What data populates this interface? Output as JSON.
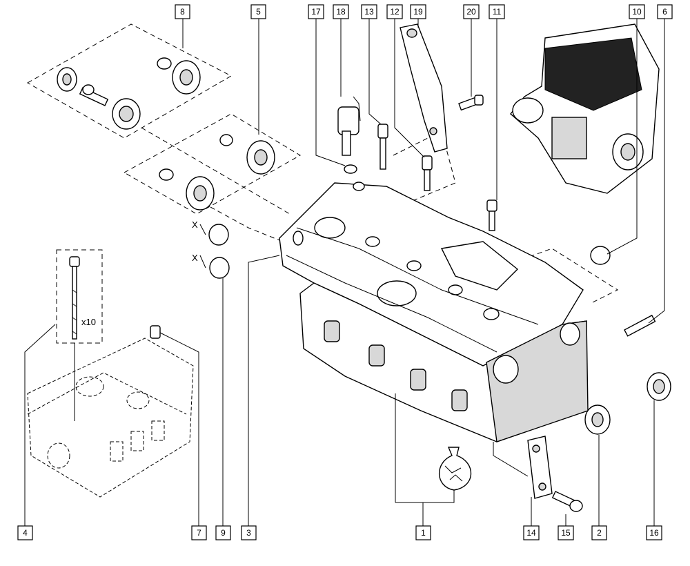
{
  "callouts": [
    {
      "id": "c8",
      "label": "8"
    },
    {
      "id": "c5",
      "label": "5"
    },
    {
      "id": "c17",
      "label": "17"
    },
    {
      "id": "c18",
      "label": "18"
    },
    {
      "id": "c13",
      "label": "13"
    },
    {
      "id": "c12",
      "label": "12"
    },
    {
      "id": "c19",
      "label": "19"
    },
    {
      "id": "c20",
      "label": "20"
    },
    {
      "id": "c11",
      "label": "11"
    },
    {
      "id": "c10",
      "label": "10"
    },
    {
      "id": "c6",
      "label": "6"
    },
    {
      "id": "c4",
      "label": "4"
    },
    {
      "id": "c7",
      "label": "7"
    },
    {
      "id": "c9",
      "label": "9"
    },
    {
      "id": "c3",
      "label": "3"
    },
    {
      "id": "c1",
      "label": "1"
    },
    {
      "id": "c14",
      "label": "14"
    },
    {
      "id": "c15",
      "label": "15"
    },
    {
      "id": "c2",
      "label": "2"
    },
    {
      "id": "c16",
      "label": "16"
    }
  ],
  "annotations": {
    "bolt_quantity": "x10",
    "dimension_upper": "X",
    "dimension_lower": "X"
  }
}
